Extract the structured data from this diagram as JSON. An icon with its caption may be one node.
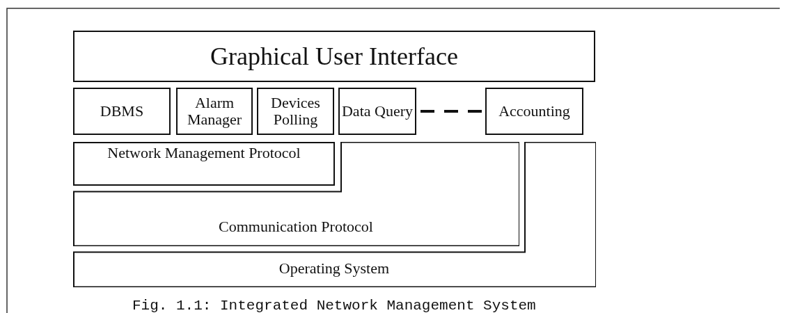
{
  "diagram": {
    "caption": "Fig. 1.1: Integrated Network Management System",
    "nodes": [
      {
        "text": [
          "Graphical User Interface"
        ]
      },
      {
        "text": [
          "DBMS"
        ]
      },
      {
        "text": [
          "Alarm Manager"
        ]
      },
      {
        "text": [
          "Devices Polling"
        ]
      },
      {
        "text": [
          "Data Query"
        ]
      },
      {
        "text": [
          "Accounting"
        ]
      },
      {
        "text": [
          "Network Management Protocol"
        ]
      },
      {
        "text": [
          "Communication Protocol"
        ]
      },
      {
        "text": [
          "Operating System"
        ]
      }
    ],
    "edges": [
      {
        "from": 4,
        "to": 5,
        "arrow": "none",
        "style": "dashed"
      }
    ]
  }
}
